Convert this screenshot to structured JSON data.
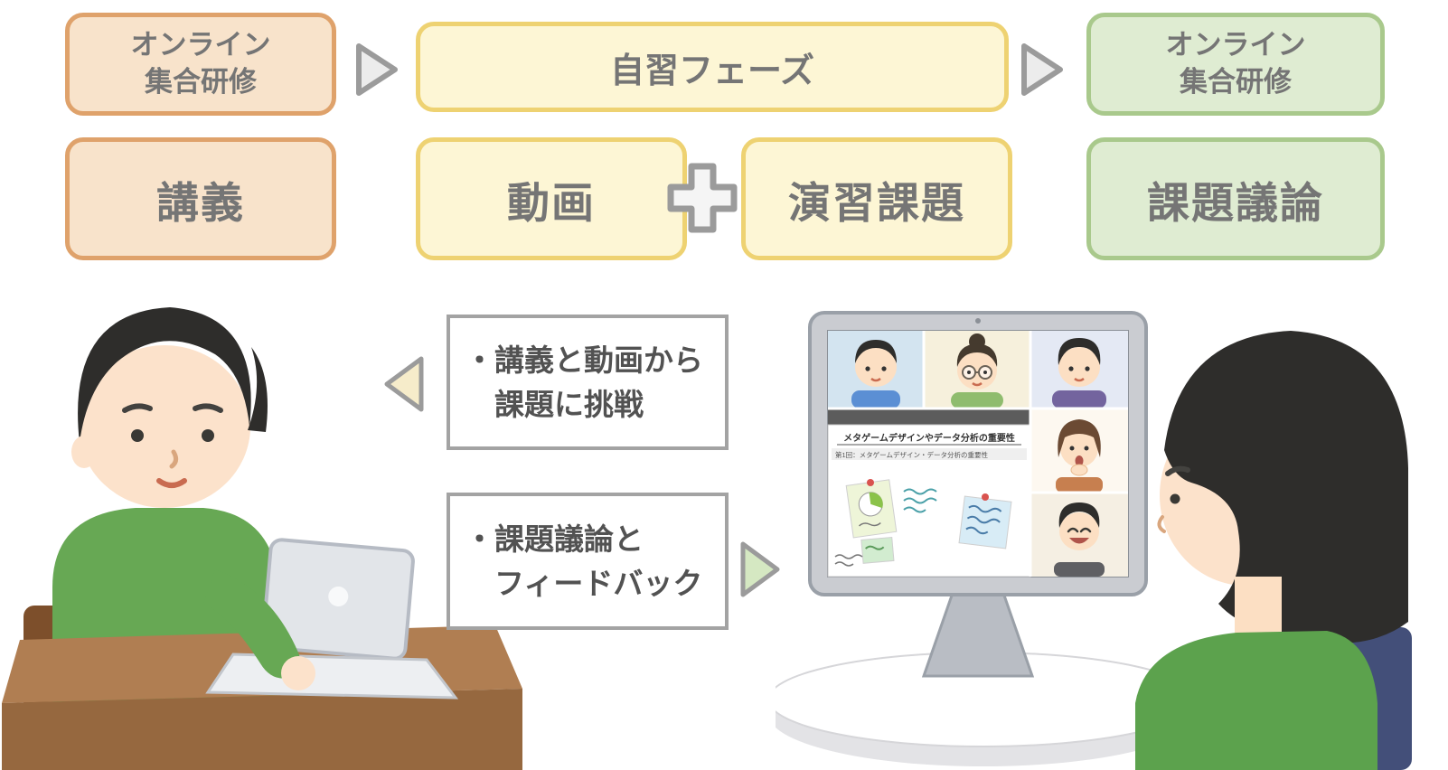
{
  "diagram": {
    "stages": [
      {
        "phase": "オンライン\n集合研修",
        "activity": "講義",
        "theme": "orange"
      },
      {
        "phase": "自習フェーズ",
        "activities": [
          "動画",
          "演習課題"
        ],
        "theme": "yellow"
      },
      {
        "phase": "オンライン\n集合研修",
        "activity": "課題議論",
        "theme": "green"
      }
    ],
    "notes": [
      {
        "text": "・講義と動画から\n　課題に挑戦",
        "arrow": "left-yellow"
      },
      {
        "text": "・課題議論と\n　フィードバック",
        "arrow": "right-green"
      }
    ]
  },
  "monitor": {
    "slide_title": "メタゲームデザインやデータ分析の重要性",
    "slide_subtitle": "第1回：メタゲームデザイン・データ分析の重要性"
  },
  "icons": {
    "flow_arrow": "triangle-right",
    "plus": "plus",
    "callout_left": "triangle-left",
    "callout_right": "triangle-right"
  },
  "colors": {
    "orange_fill": "#f8e3cb",
    "orange_border": "#dfa26b",
    "yellow_fill": "#fdf6d5",
    "yellow_border": "#eed272",
    "green_fill": "#dfecd2",
    "green_border": "#a9c98c",
    "label_text": "#757575",
    "note_text": "#525252",
    "note_border": "#a3a3a3",
    "arrow_fill": "#ececec",
    "arrow_stroke": "#9b9b9b",
    "callout_left_fill": "#f6ecca",
    "callout_right_fill": "#d5e8c2"
  }
}
